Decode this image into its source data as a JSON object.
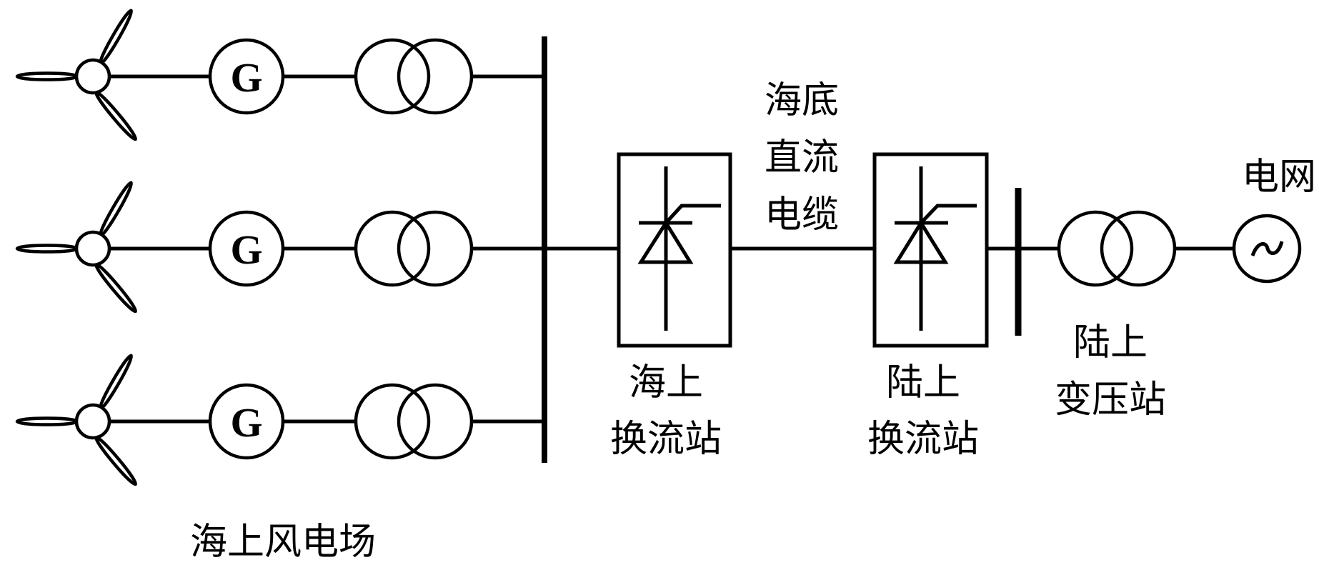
{
  "diagram": {
    "type": "offshore-wind-hvdc-single-line",
    "colors": {
      "stroke": "#000000",
      "background": "#ffffff"
    },
    "turbine_rows": [
      {
        "turbine_icon": "wind-turbine-icon",
        "generator_label": "G",
        "transformer_icon": "transformer-icon"
      },
      {
        "turbine_icon": "wind-turbine-icon",
        "generator_label": "G",
        "transformer_icon": "transformer-icon"
      },
      {
        "turbine_icon": "wind-turbine-icon",
        "generator_label": "G",
        "transformer_icon": "transformer-icon"
      }
    ],
    "labels": {
      "wind_farm": "海上风电场",
      "cable_line1": "海底",
      "cable_line2": "直流",
      "cable_line3": "电缆",
      "offshore_station_line1": "海上",
      "offshore_station_line2": "换流站",
      "onshore_station_line1": "陆上",
      "onshore_station_line2": "换流站",
      "substation_line1": "陆上",
      "substation_line2": "变压站",
      "grid": "电网",
      "ac_source_symbol": "~"
    },
    "converter_icon": "thyristor-icon"
  }
}
